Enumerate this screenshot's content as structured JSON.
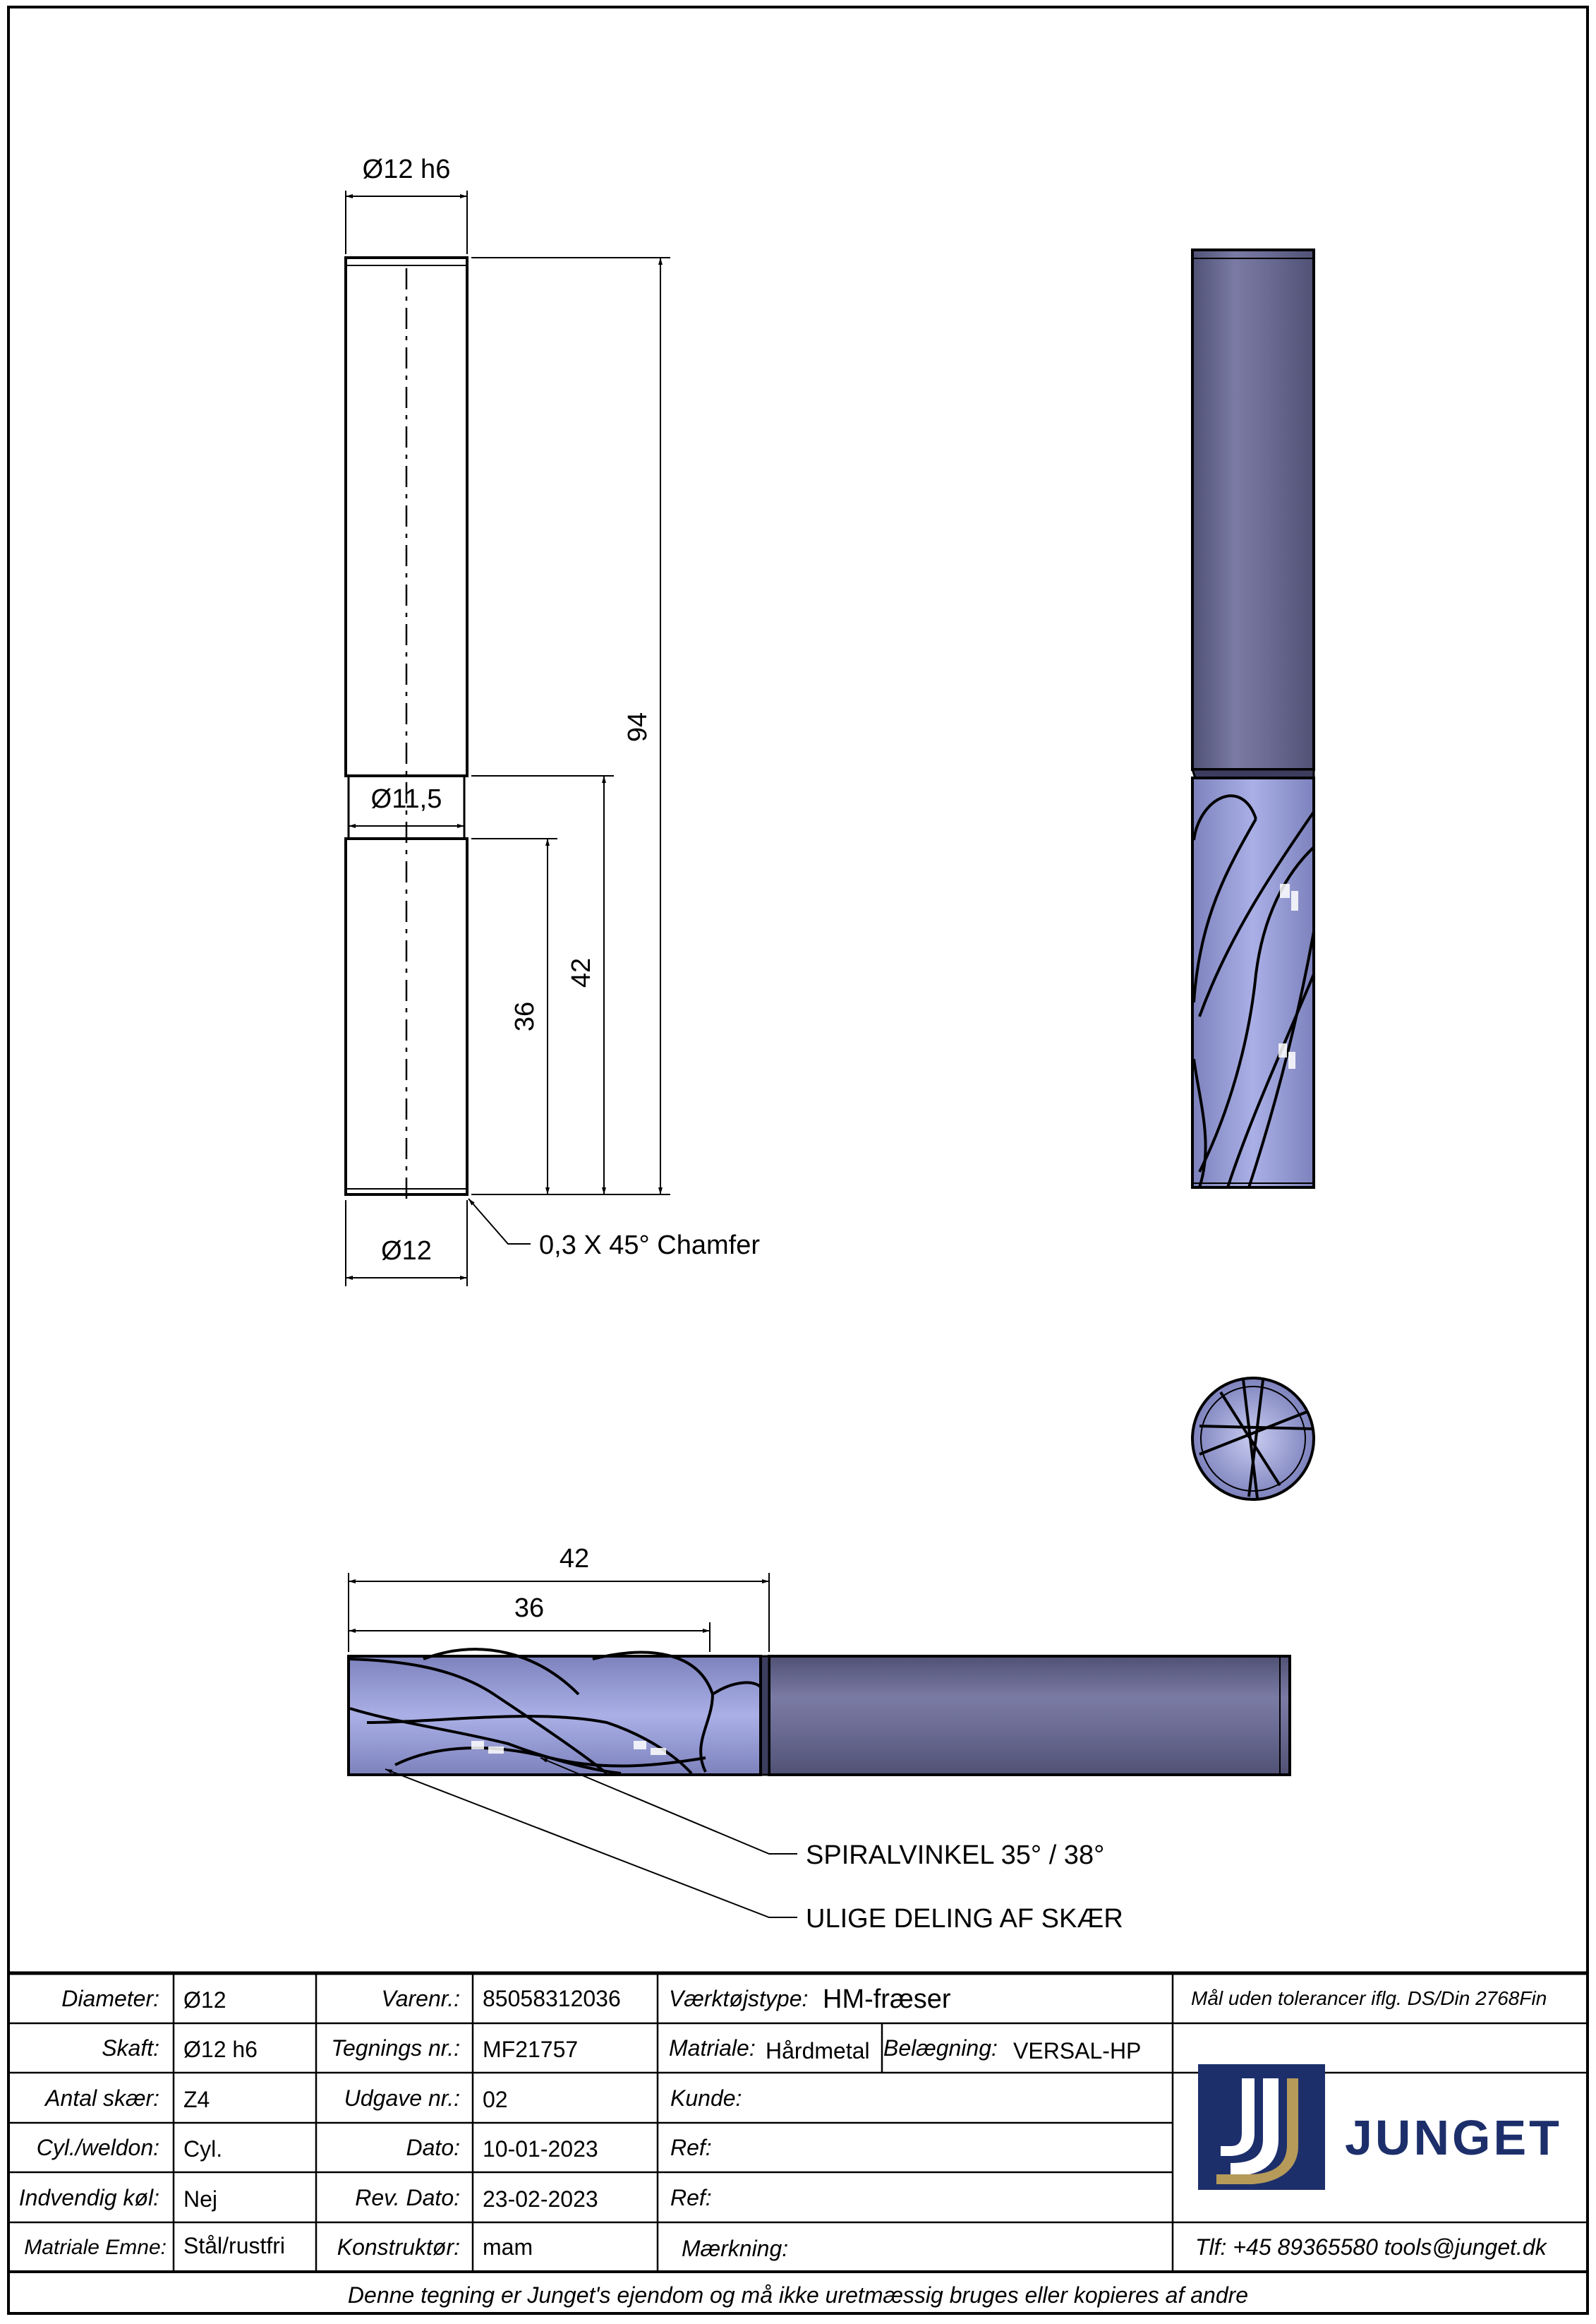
{
  "drawing": {
    "dimensions": {
      "shank_dia": "Ø12 h6",
      "neck_dia": "Ø11,5",
      "cut_dia": "Ø12",
      "overall_length": "94",
      "reach_length": "42",
      "flute_length": "36",
      "chamfer_note": "0,3 X 45° Chamfer",
      "side_reach": "42",
      "side_flute": "36"
    },
    "notes": {
      "helix": "SPIRALVINKEL 35° / 38°",
      "pitch": "ULIGE DELING AF SKÆR"
    },
    "colors": {
      "tool_shank": "#6f7096",
      "tool_flute": "#9aa0d8",
      "tool_dark": "#4c4d70",
      "logo_navy": "#1d2f6b",
      "logo_gold": "#b59a5a"
    }
  },
  "title_block": {
    "labels": {
      "diameter": "Diameter:",
      "skaft": "Skaft:",
      "antal": "Antal skær:",
      "cyl": "Cyl./weldon:",
      "kol": "Indvendig køl:",
      "emne": "Matriale Emne:",
      "varenr": "Varenr.:",
      "tegning": "Tegnings nr.:",
      "udgave": "Udgave nr.:",
      "dato": "Dato:",
      "revdato": "Rev. Dato:",
      "konstruktor": "Konstruktør:",
      "vaerktoj": "Værktøjstype:",
      "matriale": "Matriale:",
      "belaegning": "Belægning:",
      "kunde": "Kunde:",
      "ref1": "Ref:",
      "ref2": "Ref:",
      "maerkning": "Mærkning:"
    },
    "values": {
      "diameter": "Ø12",
      "skaft": "Ø12 h6",
      "antal": "Z4",
      "cyl": "Cyl.",
      "kol": "Nej",
      "emne": "Stål/rustfri",
      "varenr": "85058312036",
      "tegning": "MF21757",
      "udgave": "02",
      "dato": "10-01-2023",
      "revdato": "23-02-2023",
      "konstruktor": "mam",
      "vaerktoj": "HM-fræser",
      "matriale": "Hårdmetal",
      "belaegning": "VERSAL-HP"
    },
    "tolerance_note": "Mål uden tolerancer iflg. DS/Din 2768Fin",
    "company": "JUNGET",
    "contact": "Tlf: +45 89365580  tools@junget.dk",
    "footer": "Denne tegning er Junget's ejendom og må ikke uretmæssig bruges eller kopieres af andre"
  }
}
